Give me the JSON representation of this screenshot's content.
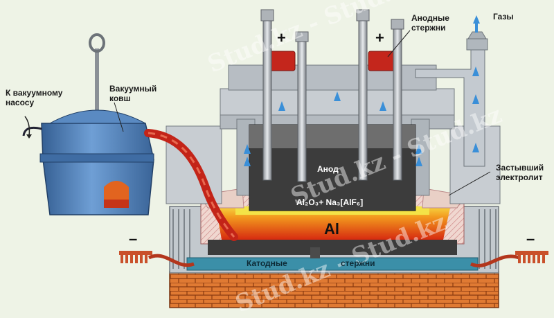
{
  "labels": {
    "vacuum_pump": "К вакуумному насосу",
    "vacuum_ladle": "Вакуумный ковш",
    "anode_rods": "Анодные стержни",
    "gases": "Газы",
    "frozen_electrolyte": "Застывший электролит",
    "anode": "Анод",
    "electrolyte_formula": "Al₂O₃+ Na₃[AlF₆]",
    "aluminium": "Al",
    "cathode_rods_left": "Катодные",
    "cathode_rods_right": "стержни",
    "plus_left": "+",
    "plus_right": "+",
    "minus_left": "–",
    "minus_right": "–"
  },
  "watermarks": [
    "Stud.kz - Stud.kz",
    "Stud.kz - Stud.kz",
    "Stud.kz - Stud.kz"
  ],
  "colors": {
    "background": "#eef3e6",
    "steel": "#b9c0c6",
    "ladle": "#4f7fb8",
    "anode": "#3d3d3d",
    "electrolyte": "#f2e04a",
    "aluminium": "#e03a14",
    "brick": "#e07a33",
    "cathode_bar": "#3b8fa8"
  }
}
